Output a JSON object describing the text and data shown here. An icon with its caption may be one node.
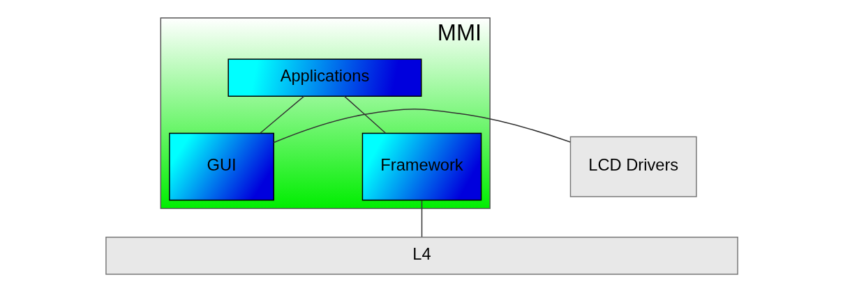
{
  "diagram": {
    "nodes": [
      {
        "text": [
          "MMI"
        ]
      },
      {
        "text": [
          "Applications"
        ],
        "in": 0
      },
      {
        "text": [
          "GUI"
        ],
        "in": 0
      },
      {
        "text": [
          "Framework"
        ],
        "in": 0
      },
      {
        "text": [
          "LCD Drivers"
        ]
      },
      {
        "text": [
          "L4"
        ]
      }
    ],
    "edges": [
      {
        "from": 1,
        "to": 2,
        "arrow": "none"
      },
      {
        "from": 1,
        "to": 3,
        "arrow": "none"
      },
      {
        "from": 4,
        "to": 2,
        "arrow": "none"
      },
      {
        "from": 3,
        "to": 5,
        "arrow": "none"
      }
    ]
  }
}
